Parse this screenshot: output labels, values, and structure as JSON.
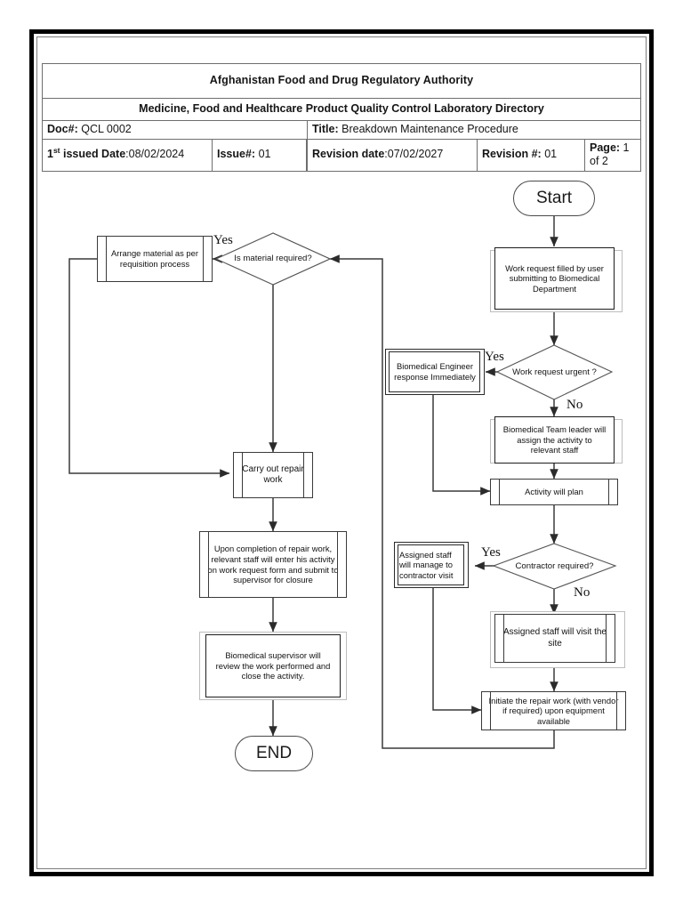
{
  "document": {
    "authority": "Afghanistan Food and Drug Regulatory Authority",
    "subtitle": "Medicine, Food and Healthcare Product Quality Control Laboratory Directory",
    "doc_label": "Doc#:",
    "doc_value": "QCL 0002",
    "title_label": "Title:",
    "title_value": "Breakdown Maintenance Procedure",
    "issued_label_pre": "1",
    "issued_label_sup": "st",
    "issued_label_post": " issued Date",
    "issued_value": ":08/02/2024",
    "issue_label": "Issue#:",
    "issue_value": "01",
    "revision_date_label": "Revision date",
    "revision_date_value": ":07/02/2027",
    "revision_num_label": "Revision #:",
    "revision_num_value": "01",
    "page_label": "Page:",
    "page_value": "1 of 2"
  },
  "chart_data": {
    "type": "diagram",
    "diagram_kind": "flowchart",
    "title": "Breakdown Maintenance Procedure",
    "nodes": [
      {
        "id": "start",
        "shape": "terminator",
        "label": "Start"
      },
      {
        "id": "work_request",
        "shape": "process",
        "label": "Work request filled by user submitting to Biomedical Department"
      },
      {
        "id": "urgent",
        "shape": "decision",
        "label": "Work request urgent ?"
      },
      {
        "id": "engineer",
        "shape": "double-process",
        "label": "Biomedical Engineer response Immediately"
      },
      {
        "id": "team_leader",
        "shape": "process",
        "label": "Biomedical Team leader will assign the activity to relevant staff"
      },
      {
        "id": "activity_plan",
        "shape": "predefined-process",
        "label": "Activity will plan"
      },
      {
        "id": "contractor",
        "shape": "decision",
        "label": "Contractor required?"
      },
      {
        "id": "manage_contr",
        "shape": "double-process",
        "label": "Assigned staff will manage to contractor visit"
      },
      {
        "id": "visit_site",
        "shape": "predefined-process",
        "label": "Assigned staff will visit the site"
      },
      {
        "id": "initiate",
        "shape": "predefined-process",
        "label": "Initiate the repair work (with vendor if required) upon equipment available"
      },
      {
        "id": "is_material",
        "shape": "decision",
        "label": "Is material required?"
      },
      {
        "id": "arrange",
        "shape": "predefined-process",
        "label": "Arrange material as per requisition process"
      },
      {
        "id": "carry_out",
        "shape": "predefined-process",
        "label": "Carry out repair work"
      },
      {
        "id": "upon_compl",
        "shape": "predefined-process",
        "label": "Upon completion of repair work, relevant staff will enter his activity on work request form and submit to supervisor for closure"
      },
      {
        "id": "supervisor",
        "shape": "process",
        "label": "Biomedical supervisor will review the work performed and close the activity."
      },
      {
        "id": "end",
        "shape": "terminator",
        "label": "END"
      }
    ],
    "edges": [
      {
        "from": "start",
        "to": "work_request",
        "label": ""
      },
      {
        "from": "work_request",
        "to": "urgent",
        "label": ""
      },
      {
        "from": "urgent",
        "to": "engineer",
        "label": "Yes"
      },
      {
        "from": "urgent",
        "to": "team_leader",
        "label": "No"
      },
      {
        "from": "engineer",
        "to": "activity_plan",
        "label": ""
      },
      {
        "from": "team_leader",
        "to": "activity_plan",
        "label": ""
      },
      {
        "from": "activity_plan",
        "to": "contractor",
        "label": ""
      },
      {
        "from": "contractor",
        "to": "manage_contr",
        "label": "Yes"
      },
      {
        "from": "contractor",
        "to": "visit_site",
        "label": "No"
      },
      {
        "from": "manage_contr",
        "to": "initiate",
        "label": ""
      },
      {
        "from": "visit_site",
        "to": "initiate",
        "label": ""
      },
      {
        "from": "initiate",
        "to": "is_material",
        "label": ""
      },
      {
        "from": "is_material",
        "to": "arrange",
        "label": "Yes"
      },
      {
        "from": "is_material",
        "to": "carry_out",
        "label": ""
      },
      {
        "from": "arrange",
        "to": "carry_out",
        "label": ""
      },
      {
        "from": "carry_out",
        "to": "upon_compl",
        "label": ""
      },
      {
        "from": "upon_compl",
        "to": "supervisor",
        "label": ""
      },
      {
        "from": "supervisor",
        "to": "end",
        "label": ""
      }
    ],
    "edge_labels": {
      "urgent_yes": "Yes",
      "urgent_no": "No",
      "contractor_yes": "Yes",
      "contractor_no": "No",
      "material_yes": "Yes"
    },
    "colors": {
      "line": "#333333",
      "node_border": "#1d1d1d",
      "shadow_border": "#bdbdbd",
      "text": "#111111"
    }
  }
}
